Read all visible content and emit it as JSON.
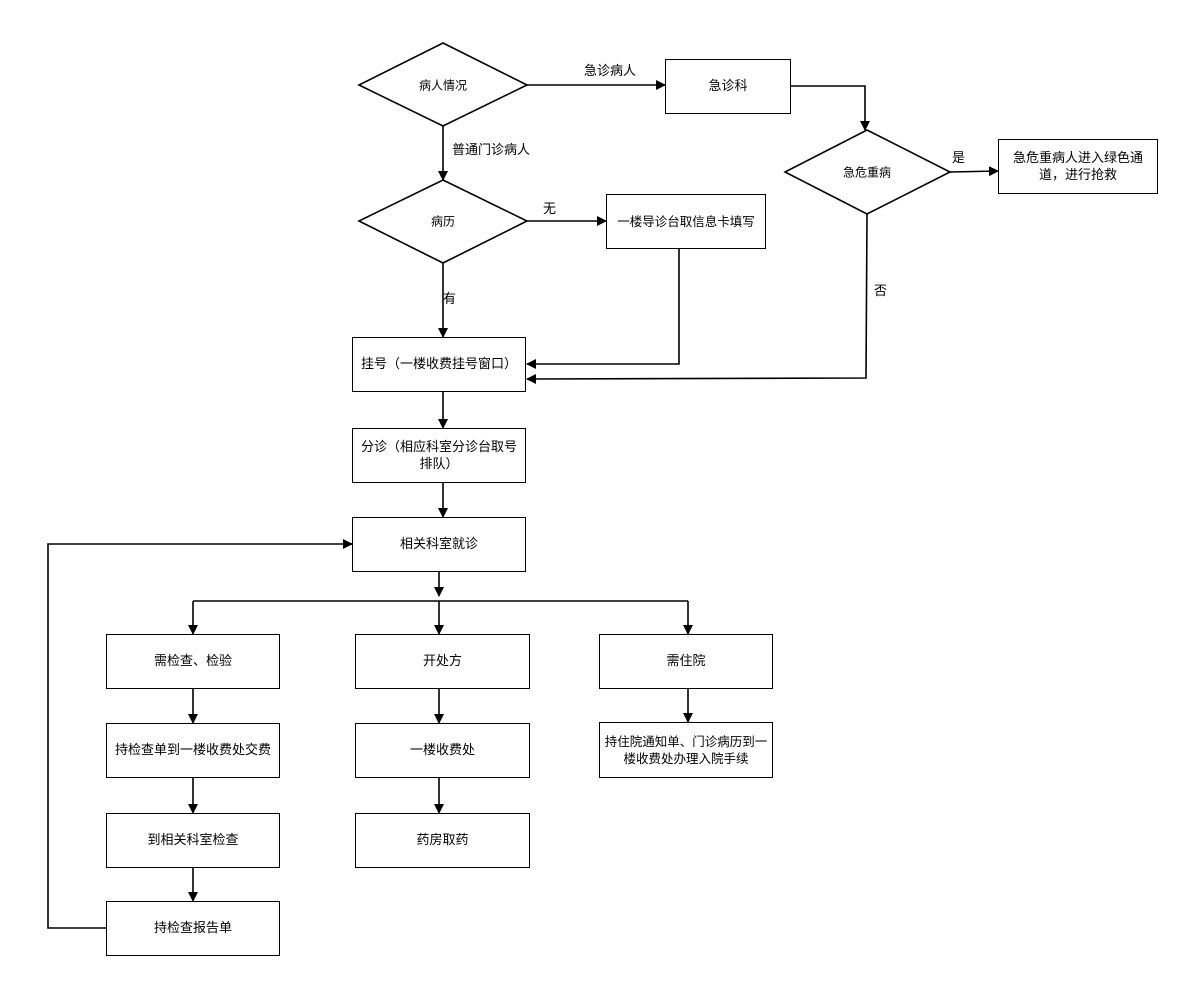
{
  "decisions": {
    "patient_status": "病人情况",
    "medical_record": "病历",
    "critical_illness": "急危重病"
  },
  "nodes": {
    "emergency_dept": "急诊科",
    "green_channel": "急危重病人进入绿色通道，进行抢救",
    "info_card_desk": "一楼导诊台取信息卡填写",
    "registration": "挂号（一楼收费挂号窗口）",
    "triage": "分诊（相应科室分诊台取号排队）",
    "department_visit": "相关科室就诊",
    "need_exam": "需检查、检验",
    "pay_exam": "持检查单到一楼收费处交费",
    "go_exam": "到相关科室检查",
    "exam_report": "持检查报告单",
    "prescription": "开处方",
    "cashier": "一楼收费处",
    "pharmacy": "药房取药",
    "need_admission": "需住院",
    "admission_procedure": "持住院通知单、门诊病历到一楼收费处办理入院手续"
  },
  "edge_labels": {
    "emergency_patient": "急诊病人",
    "regular_patient": "普通门诊病人",
    "no_record": "无",
    "has_record": "有",
    "yes": "是",
    "no": "否"
  }
}
